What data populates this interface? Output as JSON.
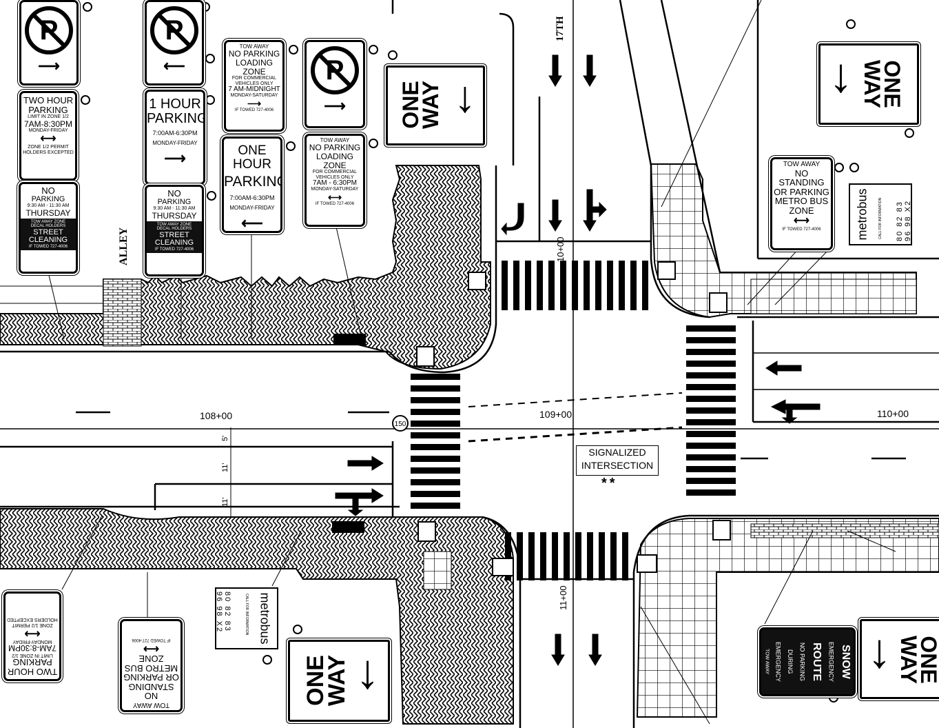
{
  "street_name": "17TH",
  "alley_label": "ALLEY",
  "stations": [
    "108+00",
    "109+00",
    "110+00",
    "10+00",
    "11+00"
  ],
  "speed_marker": "150",
  "dimensions": [
    "5'",
    "11'",
    "11'"
  ],
  "intersection_label": [
    "SIGNALIZED",
    "INTERSECTION"
  ],
  "intersection_note": "**",
  "signs": {
    "no_parking_1": {
      "symbol": "P"
    },
    "no_parking_2": {
      "symbol": "P"
    },
    "no_parking_3": {
      "symbol": "P"
    },
    "two_hour": [
      "TWO HOUR",
      "PARKING",
      "LIMIT IN ZONE 1/2",
      "7AM-8:30PM",
      "MONDAY-FRIDAY",
      "ZONE 1/2 PERMIT",
      "HOLDERS EXCEPTED"
    ],
    "one_hour_a": [
      "1 HOUR",
      "PARKING",
      "7:00AM-6:30PM",
      "MONDAY-FRIDAY"
    ],
    "one_hour_b": [
      "ONE HOUR",
      "PARKING",
      "7:00AM-6:30PM",
      "MONDAY-FRIDAY"
    ],
    "tow_loading_a": [
      "TOW AWAY",
      "NO PARKING",
      "LOADING ZONE",
      "FOR COMMERCIAL",
      "VEHICLES ONLY",
      "7 AM-MIDNIGHT",
      "MONDAY-SATURDAY",
      "IF TOWED 727-4006"
    ],
    "tow_loading_b": [
      "TOW AWAY",
      "NO PARKING",
      "LOADING ZONE",
      "FOR COMMERCIAL",
      "VEHICLES ONLY",
      "7AM - 6:30PM",
      "MONDAY-SATURDAY",
      "IF TOWED 727-4006"
    ],
    "street_cleaning_a": [
      "NO",
      "PARKING",
      "9:30 AM - 11:30 AM",
      "THURSDAY",
      "TOW AWAY ZONE",
      "DECAL HOLDERS",
      "STREET",
      "CLEANING",
      "IF TOWED 727-4006"
    ],
    "street_cleaning_b": [
      "NO",
      "PARKING",
      "9:30 AM - 11:30 AM",
      "THURSDAY",
      "TOW AWAY ZONE",
      "DECAL HOLDERS",
      "STREET",
      "CLEANING",
      "IF TOWED 727-4006"
    ],
    "one_way": [
      "ONE",
      "WAY"
    ],
    "metro_bus": [
      "TOW AWAY",
      "NO STANDING",
      "OR PARKING",
      "METRO BUS",
      "ZONE",
      "IF TOWED 727-4006"
    ],
    "metrobus_panel": [
      "metrobus",
      "CALL FOR INFORMATION",
      "80",
      "82",
      "83",
      "96",
      "98",
      "X2"
    ],
    "snow_route": [
      "SNOW",
      "EMERGENCY",
      "ROUTE",
      "NO PARKING",
      "DURING",
      "EMERGENCY",
      "TOW AWAY"
    ]
  }
}
